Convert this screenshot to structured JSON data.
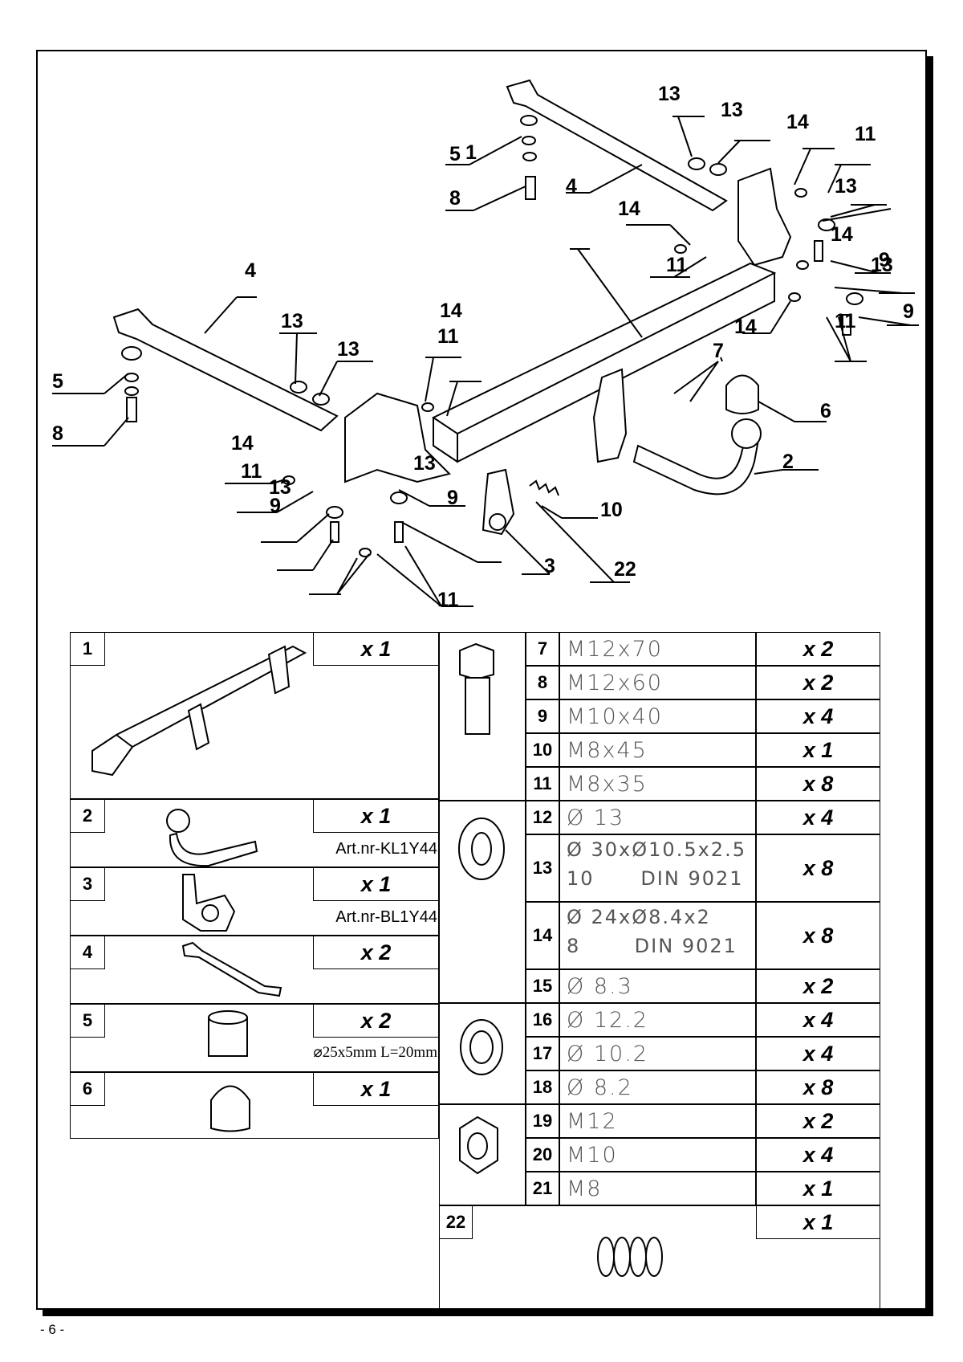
{
  "page_number": "- 6 -",
  "diagram": {
    "callouts": [
      "1",
      "2",
      "3",
      "4",
      "4",
      "5",
      "5",
      "6",
      "7",
      "8",
      "8",
      "9",
      "9",
      "9",
      "9",
      "10",
      "11",
      "11",
      "11",
      "11",
      "11",
      "11",
      "13",
      "13",
      "13",
      "13",
      "13",
      "13",
      "13",
      "13",
      "14",
      "14",
      "14",
      "14",
      "14",
      "14",
      "22"
    ]
  },
  "parts_left": [
    {
      "no": "1",
      "qty": "x 1",
      "art": "",
      "dim": ""
    },
    {
      "no": "2",
      "qty": "x 1",
      "art": "Art.nr-KL1Y44",
      "dim": ""
    },
    {
      "no": "3",
      "qty": "x 1",
      "art": "Art.nr-BL1Y44",
      "dim": ""
    },
    {
      "no": "4",
      "qty": "x 2",
      "art": "",
      "dim": ""
    },
    {
      "no": "5",
      "qty": "x 2",
      "art": "",
      "dim": "⌀25x5mm L=20mm"
    },
    {
      "no": "6",
      "qty": "x 1",
      "art": "",
      "dim": ""
    }
  ],
  "parts_right": [
    {
      "no": "7",
      "spec": "M12x70",
      "qty": "x 2"
    },
    {
      "no": "8",
      "spec": "M12x60",
      "qty": "x 2"
    },
    {
      "no": "9",
      "spec": "M10x40",
      "qty": "x 4"
    },
    {
      "no": "10",
      "spec": "M8x45",
      "qty": "x 1"
    },
    {
      "no": "11",
      "spec": "M8x35",
      "qty": "x 8"
    },
    {
      "no": "12",
      "spec": "Ø 13",
      "qty": "x 4"
    },
    {
      "no": "13",
      "spec": "Ø 30xØ10.5x2.5",
      "spec2": "10      DIN 9021",
      "qty": "x 8"
    },
    {
      "no": "14",
      "spec": "Ø 24xØ8.4x2",
      "spec2": "8       DIN 9021",
      "qty": "x 8"
    },
    {
      "no": "15",
      "spec": "Ø 8.3",
      "qty": "x 2"
    },
    {
      "no": "16",
      "spec": "Ø 12.2",
      "qty": "x 4"
    },
    {
      "no": "17",
      "spec": "Ø 10.2",
      "qty": "x 4"
    },
    {
      "no": "18",
      "spec": "Ø 8.2",
      "qty": "x 8"
    },
    {
      "no": "19",
      "spec": "M12",
      "qty": "x 2"
    },
    {
      "no": "20",
      "spec": "M10",
      "qty": "x 4"
    },
    {
      "no": "21",
      "spec": "M8",
      "qty": "x 1"
    }
  ],
  "part_22": {
    "no": "22",
    "qty": "x 1"
  }
}
